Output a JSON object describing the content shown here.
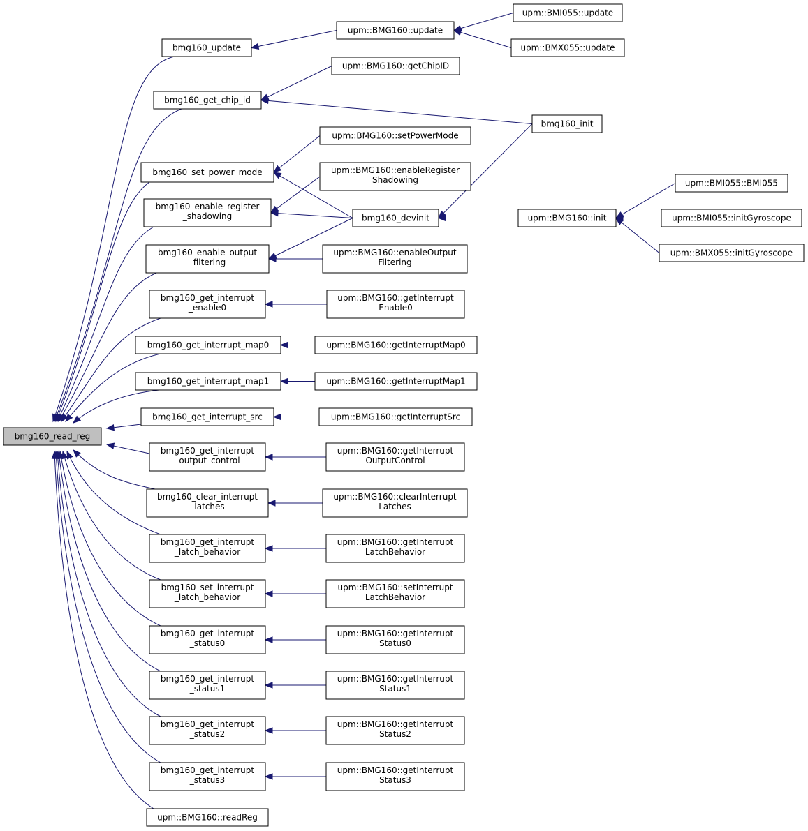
{
  "colors": {
    "edge": "#191970",
    "node_border": "#000000",
    "node_fill": "#ffffff",
    "root_fill": "#bfbfbf"
  },
  "nodes": {
    "root": [
      "bmg160_read_reg"
    ],
    "upd": [
      "bmg160_update"
    ],
    "gcid": [
      "bmg160_get_chip_id"
    ],
    "spm": [
      "bmg160_set_power_mode"
    ],
    "ers": [
      "bmg160_enable_register",
      "_shadowing"
    ],
    "eof": [
      "bmg160_enable_output",
      "_filtering"
    ],
    "gie0": [
      "bmg160_get_interrupt",
      "_enable0"
    ],
    "gim0": [
      "bmg160_get_interrupt_map0"
    ],
    "gim1": [
      "bmg160_get_interrupt_map1"
    ],
    "gis": [
      "bmg160_get_interrupt_src"
    ],
    "gioc": [
      "bmg160_get_interrupt",
      "_output_control"
    ],
    "cil": [
      "bmg160_clear_interrupt",
      "_latches"
    ],
    "gilb": [
      "bmg160_get_interrupt",
      "_latch_behavior"
    ],
    "silb": [
      "bmg160_set_interrupt",
      "_latch_behavior"
    ],
    "gist0": [
      "bmg160_get_interrupt",
      "_status0"
    ],
    "gist1": [
      "bmg160_get_interrupt",
      "_status1"
    ],
    "gist2": [
      "bmg160_get_interrupt",
      "_status2"
    ],
    "gist3": [
      "bmg160_get_interrupt",
      "_status3"
    ],
    "crr": [
      "upm::BMG160::readReg"
    ],
    "cupd": [
      "upm::BMG160::update"
    ],
    "cgcid": [
      "upm::BMG160::getChipID"
    ],
    "cspm": [
      "upm::BMG160::setPowerMode"
    ],
    "cers": [
      "upm::BMG160::enableRegister",
      "Shadowing"
    ],
    "devinit": [
      "bmg160_devinit"
    ],
    "ceof": [
      "upm::BMG160::enableOutput",
      "Filtering"
    ],
    "cgie0": [
      "upm::BMG160::getInterrupt",
      "Enable0"
    ],
    "cgim0": [
      "upm::BMG160::getInterruptMap0"
    ],
    "cgim1": [
      "upm::BMG160::getInterruptMap1"
    ],
    "cgis": [
      "upm::BMG160::getInterruptSrc"
    ],
    "cgioc": [
      "upm::BMG160::getInterrupt",
      "OutputControl"
    ],
    "ccil": [
      "upm::BMG160::clearInterrupt",
      "Latches"
    ],
    "cgilb": [
      "upm::BMG160::getInterrupt",
      "LatchBehavior"
    ],
    "csilb": [
      "upm::BMG160::setInterrupt",
      "LatchBehavior"
    ],
    "cgist0": [
      "upm::BMG160::getInterrupt",
      "Status0"
    ],
    "cgist1": [
      "upm::BMG160::getInterrupt",
      "Status1"
    ],
    "cgist2": [
      "upm::BMG160::getInterrupt",
      "Status2"
    ],
    "cgist3": [
      "upm::BMG160::getInterrupt",
      "Status3"
    ],
    "bmi_upd": [
      "upm::BMI055::update"
    ],
    "bmx_upd": [
      "upm::BMX055::update"
    ],
    "binit": [
      "bmg160_init"
    ],
    "cinit": [
      "upm::BMG160::init"
    ],
    "bmi_ctor": [
      "upm::BMI055::BMI055"
    ],
    "bmi_igyro": [
      "upm::BMI055::initGyroscope"
    ],
    "bmx_igyro": [
      "upm::BMX055::initGyroscope"
    ]
  },
  "edges": [
    [
      "upd",
      "root"
    ],
    [
      "gcid",
      "root"
    ],
    [
      "spm",
      "root"
    ],
    [
      "ers",
      "root"
    ],
    [
      "eof",
      "root"
    ],
    [
      "gie0",
      "root"
    ],
    [
      "gim0",
      "root"
    ],
    [
      "gim1",
      "root"
    ],
    [
      "gis",
      "root"
    ],
    [
      "gioc",
      "root"
    ],
    [
      "cil",
      "root"
    ],
    [
      "gilb",
      "root"
    ],
    [
      "silb",
      "root"
    ],
    [
      "gist0",
      "root"
    ],
    [
      "gist1",
      "root"
    ],
    [
      "gist2",
      "root"
    ],
    [
      "gist3",
      "root"
    ],
    [
      "crr",
      "root"
    ],
    [
      "cupd",
      "upd"
    ],
    [
      "bmi_upd",
      "cupd"
    ],
    [
      "bmx_upd",
      "cupd"
    ],
    [
      "cgcid",
      "gcid"
    ],
    [
      "binit",
      "gcid"
    ],
    [
      "cspm",
      "spm"
    ],
    [
      "devinit",
      "spm"
    ],
    [
      "cers",
      "ers"
    ],
    [
      "devinit",
      "ers"
    ],
    [
      "devinit",
      "eof"
    ],
    [
      "ceof",
      "eof"
    ],
    [
      "binit",
      "devinit"
    ],
    [
      "cinit",
      "devinit"
    ],
    [
      "bmi_ctor",
      "cinit"
    ],
    [
      "bmi_igyro",
      "cinit"
    ],
    [
      "bmx_igyro",
      "cinit"
    ],
    [
      "cgie0",
      "gie0"
    ],
    [
      "cgim0",
      "gim0"
    ],
    [
      "cgim1",
      "gim1"
    ],
    [
      "cgis",
      "gis"
    ],
    [
      "cgioc",
      "gioc"
    ],
    [
      "ccil",
      "cil"
    ],
    [
      "cgilb",
      "gilb"
    ],
    [
      "csilb",
      "silb"
    ],
    [
      "cgist0",
      "gist0"
    ],
    [
      "cgist1",
      "gist1"
    ],
    [
      "cgist2",
      "gist2"
    ],
    [
      "cgist3",
      "gist3"
    ]
  ]
}
